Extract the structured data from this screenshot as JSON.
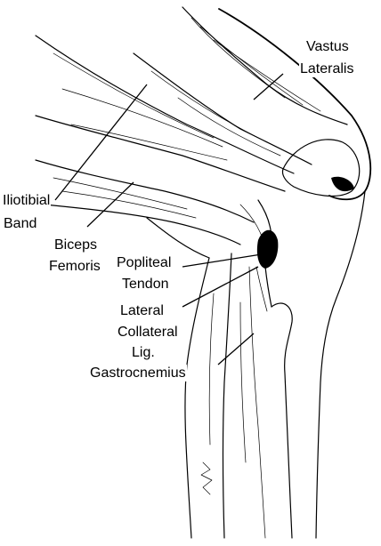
{
  "labels": {
    "vastus_lateralis_1": "Vastus",
    "vastus_lateralis_2": "Lateralis",
    "iliotibial_band_1": "Iliotibial",
    "iliotibial_band_2": "Band",
    "biceps_femoris_1": "Biceps",
    "biceps_femoris_2": "Femoris",
    "popliteal_tendon_1": "Popliteal",
    "popliteal_tendon_2": "Tendon",
    "lateral_collateral_1": "Lateral",
    "lateral_collateral_2": "Collateral",
    "lateral_collateral_3": "Lig.",
    "gastrocnemius": "Gastrocnemius"
  }
}
